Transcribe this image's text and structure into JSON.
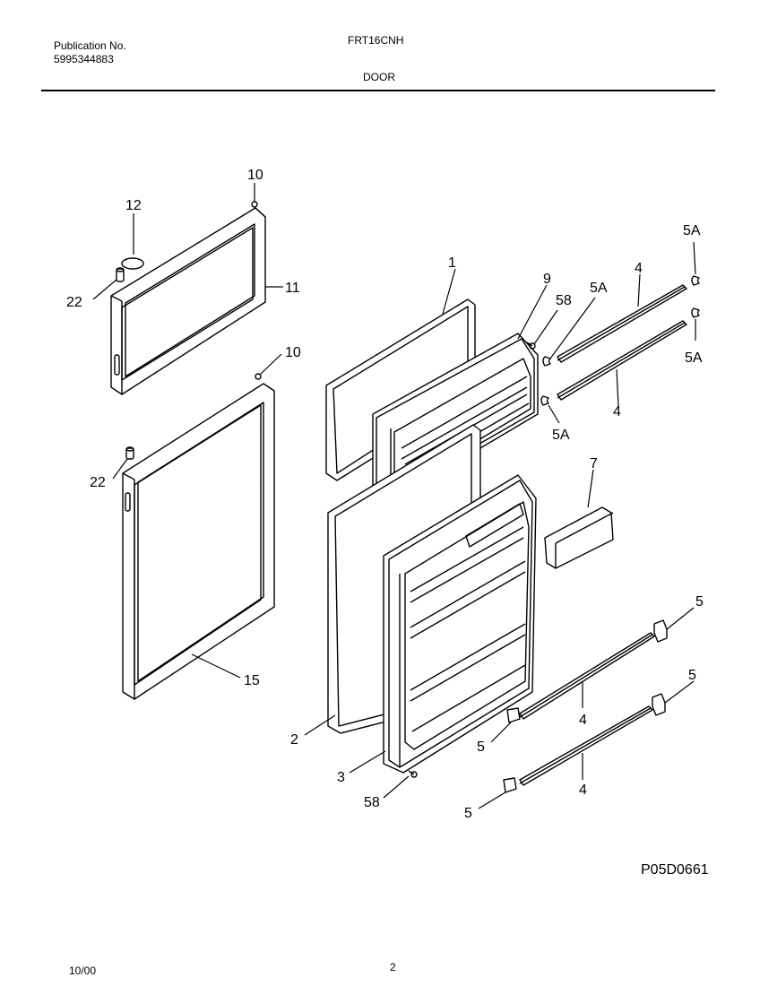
{
  "header": {
    "publication_label": "Publication No.",
    "publication_number": "5995344883",
    "model": "FRT16CNH",
    "section": "DOOR"
  },
  "diagram": {
    "callouts": {
      "c10_top": "10",
      "c12": "12",
      "c22_top": "22",
      "c11": "11",
      "c10_mid": "10",
      "c22_mid": "22",
      "c15": "15",
      "c1": "1",
      "c9": "9",
      "c58_top": "58",
      "c5a_mid": "5A",
      "c4_top": "4",
      "c5a_topright": "5A",
      "c5a_right": "5A",
      "c4_mid": "4",
      "c5a_low": "5A",
      "c7": "7",
      "c5_right1": "5",
      "c5_right2": "5",
      "c4_low1": "4",
      "c5_left1": "5",
      "c4_low2": "4",
      "c5_left2": "5",
      "c2": "2",
      "c3": "3",
      "c58_bottom": "58"
    },
    "code": "P05D0661"
  },
  "footer": {
    "date": "10/00",
    "page": "2"
  }
}
